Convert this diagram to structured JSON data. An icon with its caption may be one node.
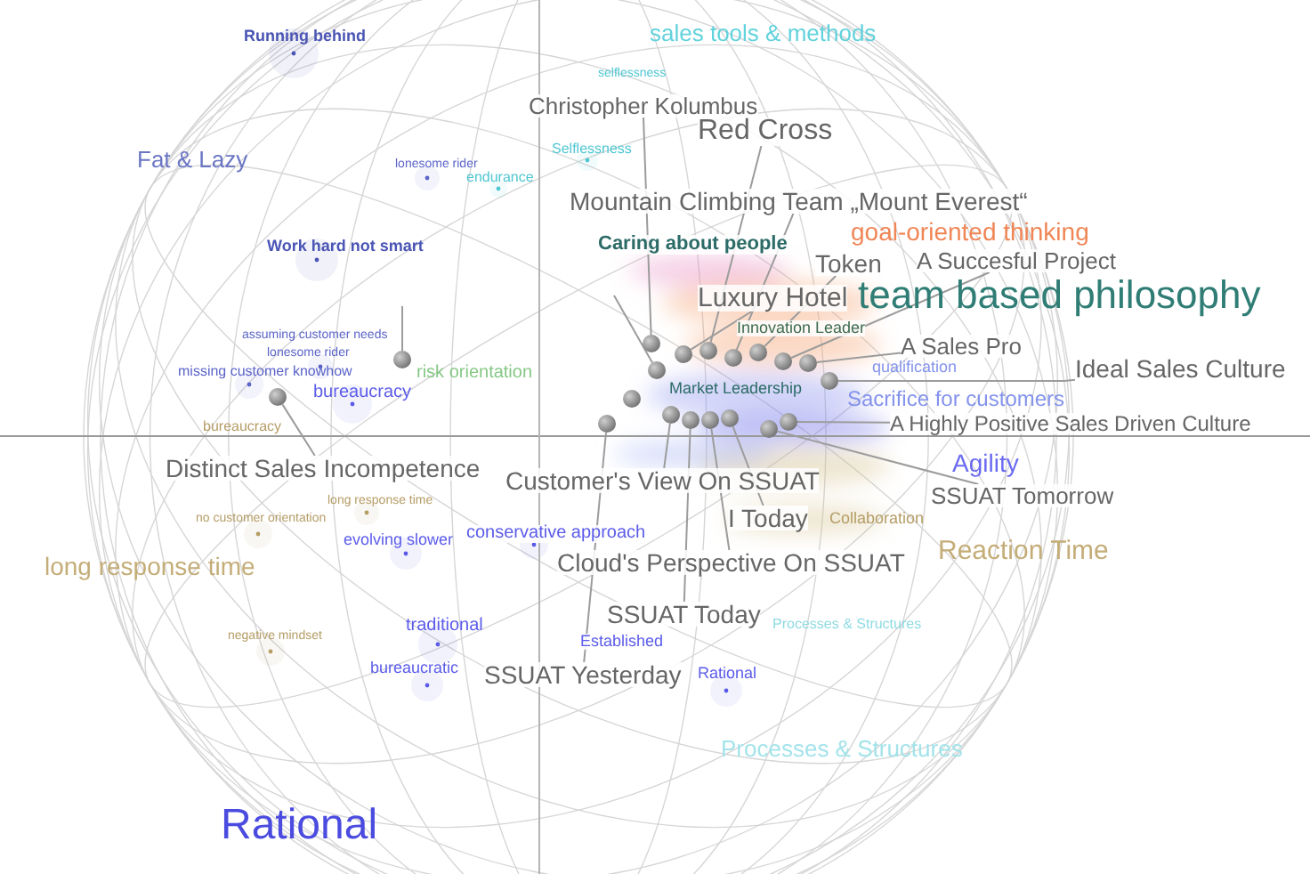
{
  "diagram": {
    "nodes": [
      {
        "text": [
          "Christopher Kolumbus"
        ]
      },
      {
        "text": [
          "Red Cross"
        ]
      },
      {
        "text": [
          "Mountain Climbing Team „Mount Everest“"
        ]
      },
      {
        "text": [
          "Token"
        ]
      },
      {
        "text": [
          "A Succesful Project"
        ]
      },
      {
        "text": [
          "Luxury Hotel"
        ]
      },
      {
        "text": [
          "A Sales Pro"
        ]
      },
      {
        "text": [
          "Ideal Sales Culture"
        ]
      },
      {
        "text": [
          "A Highly Positive Sales Driven Culture"
        ]
      },
      {
        "text": [
          "Distinct Sales Incompetence"
        ]
      },
      {
        "text": [
          "Customer's View On SSUAT"
        ]
      },
      {
        "text": [
          "SSUAT Tomorrow"
        ]
      },
      {
        "text": [
          "I Today"
        ]
      },
      {
        "text": [
          "Cloud's Perspective On SSUAT"
        ]
      },
      {
        "text": [
          "SSUAT Today"
        ]
      },
      {
        "text": [
          "SSUAT Yesterday"
        ]
      },
      {
        "text": [],
        "shape": "circle"
      },
      {
        "text": [],
        "shape": "circle"
      },
      {
        "text": [],
        "shape": "circle"
      },
      {
        "text": [],
        "shape": "circle"
      },
      {
        "text": [],
        "shape": "circle"
      },
      {
        "text": [],
        "shape": "circle"
      },
      {
        "text": [],
        "shape": "circle"
      },
      {
        "text": [],
        "shape": "circle"
      },
      {
        "text": [],
        "shape": "circle"
      },
      {
        "text": [],
        "shape": "circle"
      },
      {
        "text": [],
        "shape": "circle"
      },
      {
        "text": [],
        "shape": "circle"
      },
      {
        "text": [],
        "shape": "circle"
      },
      {
        "text": [],
        "shape": "circle"
      },
      {
        "text": [],
        "shape": "circle"
      },
      {
        "text": [],
        "shape": "circle"
      },
      {
        "text": [],
        "shape": "circle"
      },
      {
        "text": [],
        "shape": "circle"
      },
      {
        "text": [],
        "shape": "circle"
      }
    ],
    "edges": [
      {
        "from": 0,
        "to": 16,
        "arrow": "none"
      },
      {
        "from": 1,
        "to": 17,
        "arrow": "none"
      },
      {
        "from": 2,
        "to": 18,
        "arrow": "none"
      },
      {
        "from": 3,
        "to": 19,
        "arrow": "none"
      },
      {
        "from": 4,
        "to": 20,
        "arrow": "none"
      },
      {
        "from": 5,
        "to": 21,
        "arrow": "none"
      },
      {
        "from": 6,
        "to": 22,
        "arrow": "none"
      },
      {
        "from": 7,
        "to": 23,
        "arrow": "none"
      },
      {
        "from": 8,
        "to": 24,
        "arrow": "none"
      },
      {
        "from": 9,
        "to": 25,
        "arrow": "none"
      },
      {
        "from": 10,
        "to": 26,
        "arrow": "none"
      },
      {
        "from": 11,
        "to": 27,
        "arrow": "none"
      },
      {
        "from": 12,
        "to": 28,
        "arrow": "none"
      },
      {
        "from": 13,
        "to": 29,
        "arrow": "none"
      },
      {
        "from": 14,
        "to": 30,
        "arrow": "none"
      },
      {
        "from": 15,
        "to": 31,
        "arrow": "none"
      },
      {
        "from": null,
        "to": 32,
        "arrow": "none"
      },
      {
        "from": null,
        "to": 33,
        "arrow": "none"
      }
    ],
    "labels": [
      "Running behind",
      "sales tools & methods",
      "selflessness",
      "Fat & Lazy",
      "Selflessness",
      "lonesome rider",
      "endurance",
      "goal-oriented thinking",
      "Caring about people",
      "Work hard not smart",
      "team based philosophy",
      "Innovation Leader",
      "assuming customer needs",
      "lonesome rider",
      "missing customer knowhow",
      "qualification",
      "risk orientation",
      "bureaucracy",
      "Market Leadership",
      "Sacrifice for customers",
      "bureaucracy",
      "Agility",
      "long response time",
      "Collaboration",
      "no customer orientation",
      "evolving slower",
      "conservative approach",
      "Reaction Time",
      "long response time",
      "traditional",
      "Processes & Structures",
      "Established",
      "negative mindset",
      "Rational",
      "bureaucratic",
      "Processes & Structures",
      "Rational"
    ]
  }
}
